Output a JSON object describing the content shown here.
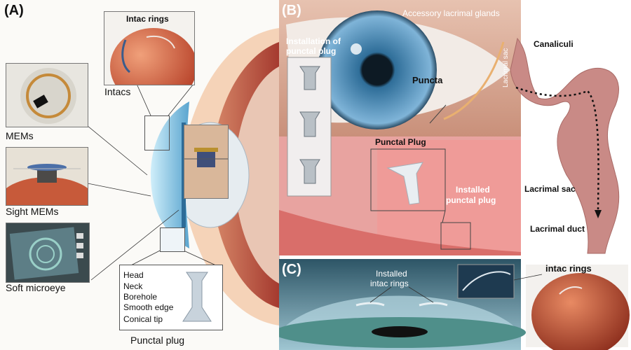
{
  "panelA": {
    "letter": "(A)",
    "intac_rings": "Intac rings",
    "intacs": "Intacs",
    "mems": "MEMs",
    "sight_mems": "Sight MEMs",
    "soft_microeye": "Soft microeye",
    "plug_parts": [
      "Head",
      "Neck",
      "Borehole",
      "Smooth edge",
      "Conical tip"
    ],
    "punctal_plug": "Punctal plug"
  },
  "panelB": {
    "letter": "(B)",
    "accessory_glands": "Accessory lacrimal glands",
    "installation_line1": "Installation of",
    "installation_line2": "punctal plug",
    "canaliculi": "Canaliculi",
    "puncta": "Puncta",
    "lacrimal_sac_vertical": "Lacrimal sac",
    "punctal_plug": "Punctal Plug",
    "installed_line1": "Installed",
    "installed_line2": "punctal plug",
    "lacrimal_sac": "Lacrimal sac",
    "lacrimal_duct": "Lacrimal duct"
  },
  "panelC": {
    "letter": "(C)",
    "installed_line1": "Installed",
    "installed_line2": "intac rings",
    "intac_rings": "intac rings"
  },
  "colors": {
    "skin": "#c8563c",
    "duct_pink": "#c98a86",
    "iris_blue": "#3f7fb0",
    "cornea_blue": "#9fd3ea",
    "eye_red": "#b8474b"
  }
}
